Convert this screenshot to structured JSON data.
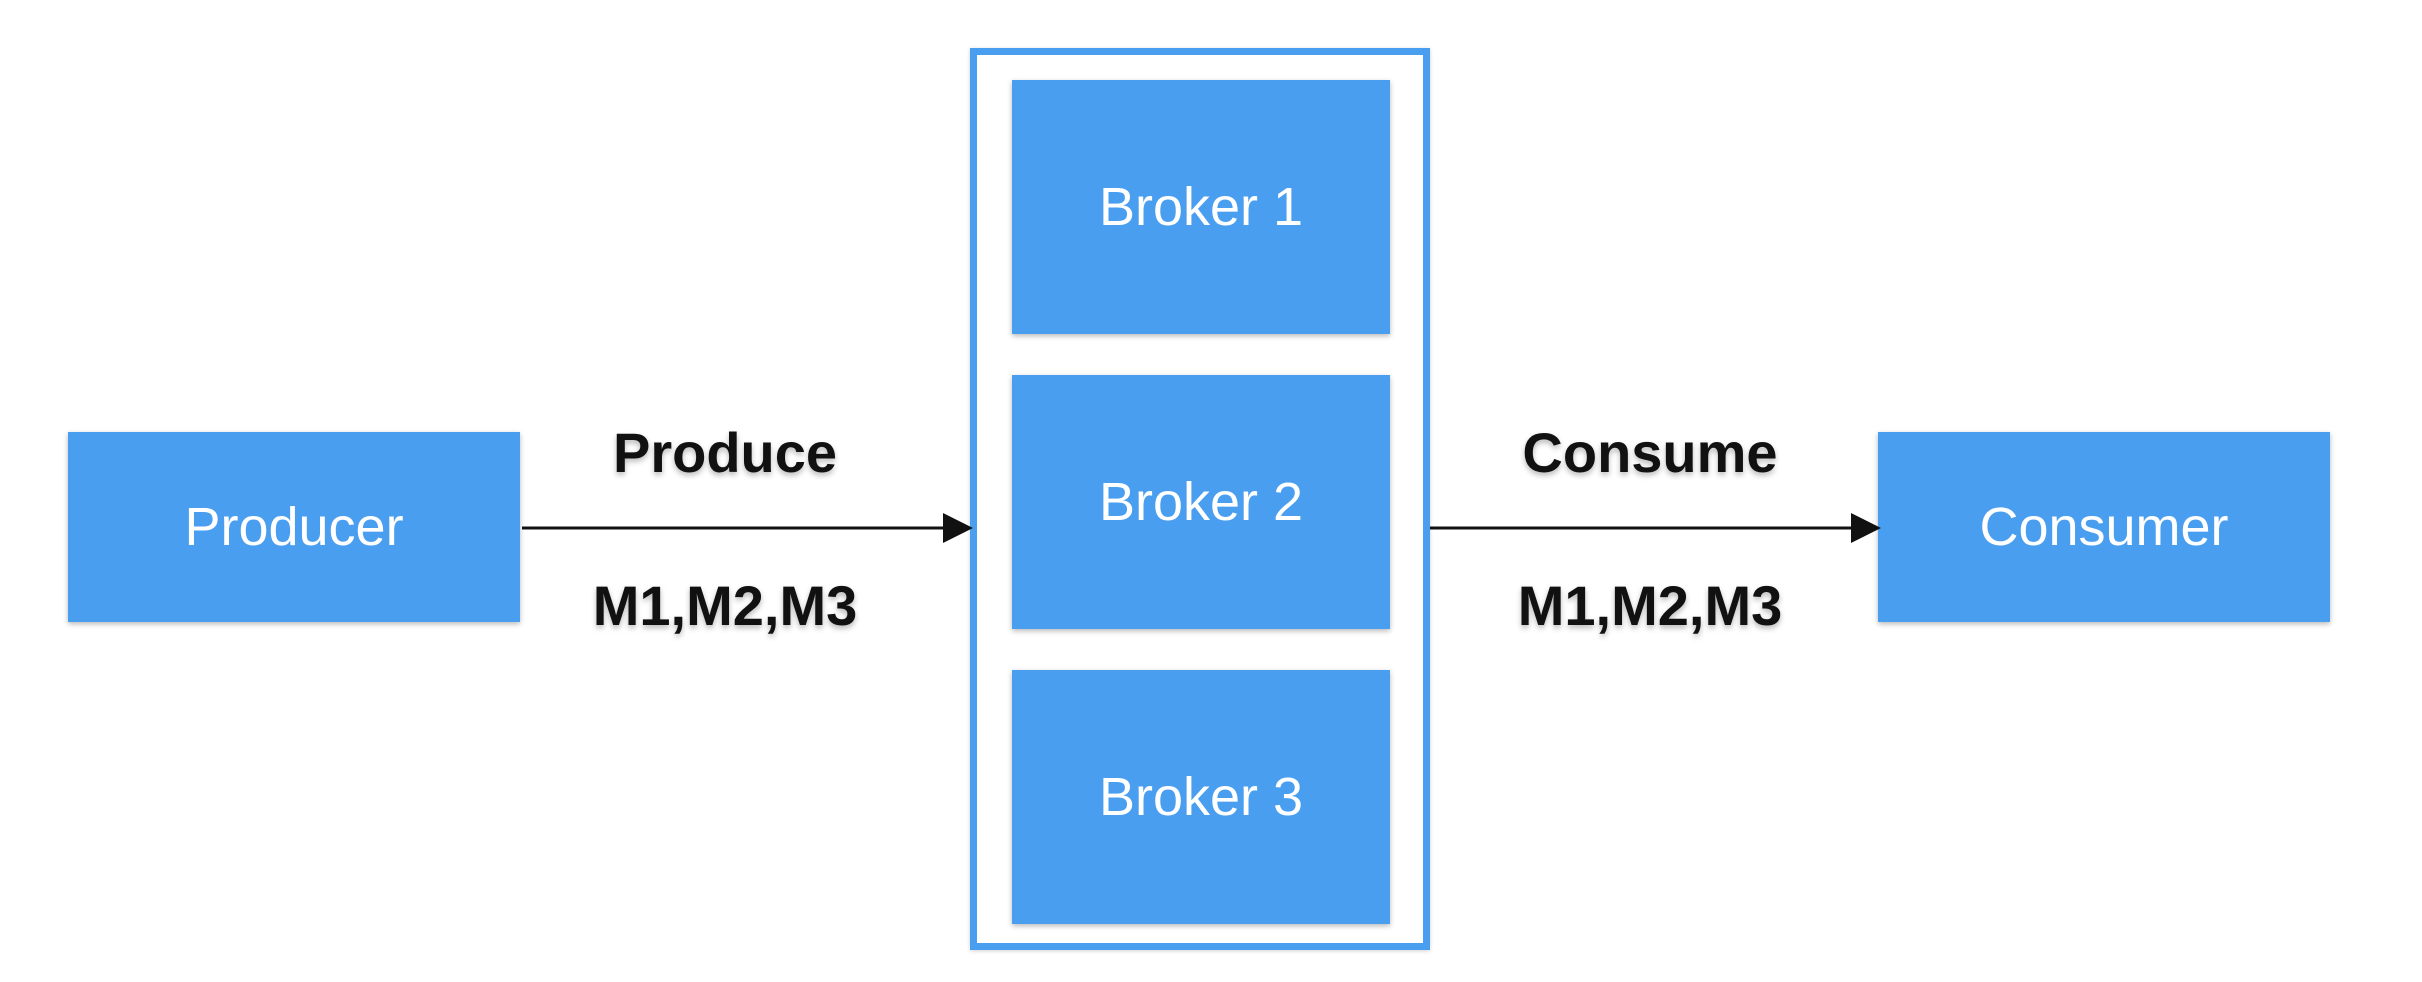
{
  "producer": {
    "label": "Producer"
  },
  "consumer": {
    "label": "Consumer"
  },
  "brokers": [
    {
      "label": "Broker 1"
    },
    {
      "label": "Broker 2"
    },
    {
      "label": "Broker 3"
    }
  ],
  "edges": {
    "produce": {
      "label": "Produce",
      "messages": "M1,M2,M3"
    },
    "consume": {
      "label": "Consume",
      "messages": "M1,M2,M3"
    }
  },
  "colors": {
    "node_fill": "#4a9ef0",
    "node_text": "#ffffff",
    "edge_text": "#111111",
    "arrow": "#111111"
  }
}
